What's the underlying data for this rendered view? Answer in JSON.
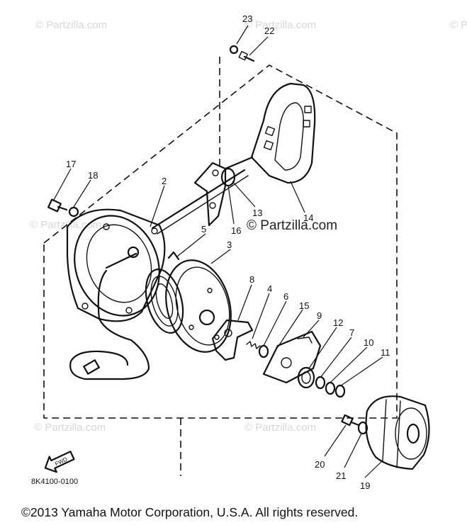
{
  "watermark": "© Partzilla.com",
  "center_watermark": "© Partzilla.com",
  "callouts": {
    "n23": "23",
    "n22": "22",
    "n17": "17",
    "n18": "18",
    "n2": "2",
    "n5": "5",
    "n16": "16",
    "n13": "13",
    "n14": "14",
    "n3": "3",
    "n8": "8",
    "n4": "4",
    "n6": "6",
    "n15": "15",
    "n9": "9",
    "n12": "12",
    "n7": "7",
    "n10": "10",
    "n11": "11",
    "n20": "20",
    "n21": "21",
    "n19": "19"
  },
  "fwd_label": "FWD",
  "diagram_code": "8K4100-0100",
  "copyright": "©2013  Yamaha Motor Corporation, U.S.A. All rights reserved."
}
